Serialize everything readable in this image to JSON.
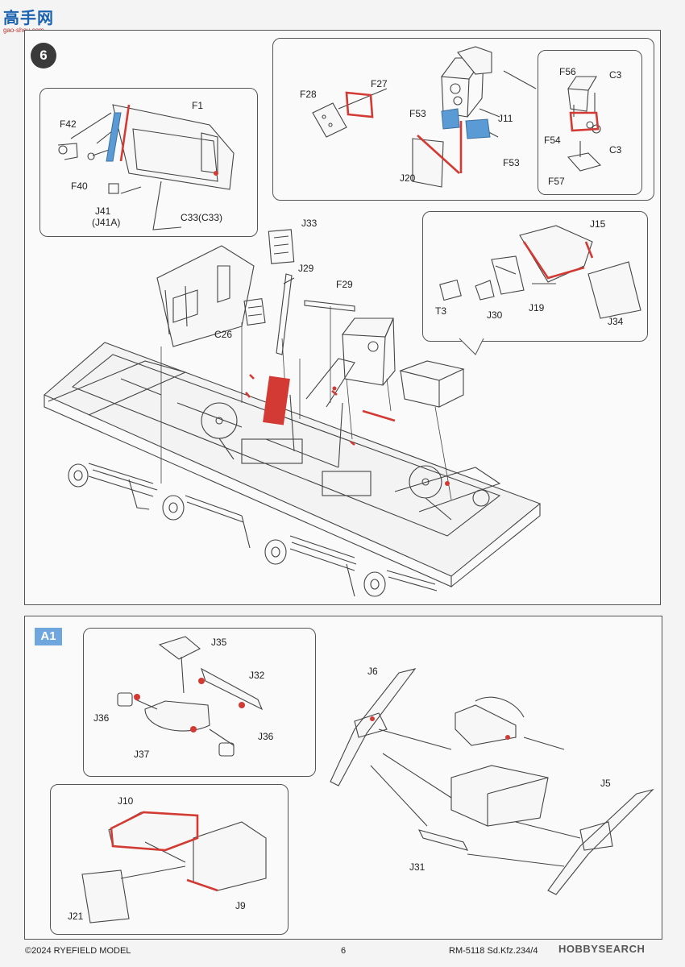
{
  "watermark": {
    "chinese": "高手网",
    "url": "gao-shou.com"
  },
  "step_badge": "6",
  "section_badge": "A1",
  "step6_parts": {
    "F1": "F1",
    "F42": "F42",
    "F40": "F40",
    "J41": "J41",
    "J41A": "(J41A)",
    "C33": "C33(C33)",
    "F28": "F28",
    "F27": "F27",
    "F53a": "F53",
    "J11": "J11",
    "F53b": "F53",
    "J20": "J20",
    "F56": "F56",
    "C3a": "C3",
    "F54": "F54",
    "C3b": "C3",
    "F57": "F57",
    "J33": "J33",
    "J29": "J29",
    "F29": "F29",
    "C26": "C26",
    "J15": "J15",
    "T3": "T3",
    "J30": "J30",
    "J19": "J19",
    "J34": "J34"
  },
  "a1_parts": {
    "J35": "J35",
    "J32": "J32",
    "J36a": "J36",
    "J36b": "J36",
    "J37": "J37",
    "J6": "J6",
    "J5": "J5",
    "J31": "J31",
    "J10": "J10",
    "J9": "J9",
    "J21": "J21"
  },
  "footer": {
    "copyright": "©2024 RYEFIELD MODEL",
    "page_number": "6",
    "model_code": "RM-5118 Sd.Kfz.234/4",
    "source_mark": "HOBBYSEARCH"
  },
  "colors": {
    "accent_red": "#d23a33",
    "accent_blue": "#5b9bd5",
    "badge_blue": "#6fa6dd",
    "line": "#444444"
  }
}
